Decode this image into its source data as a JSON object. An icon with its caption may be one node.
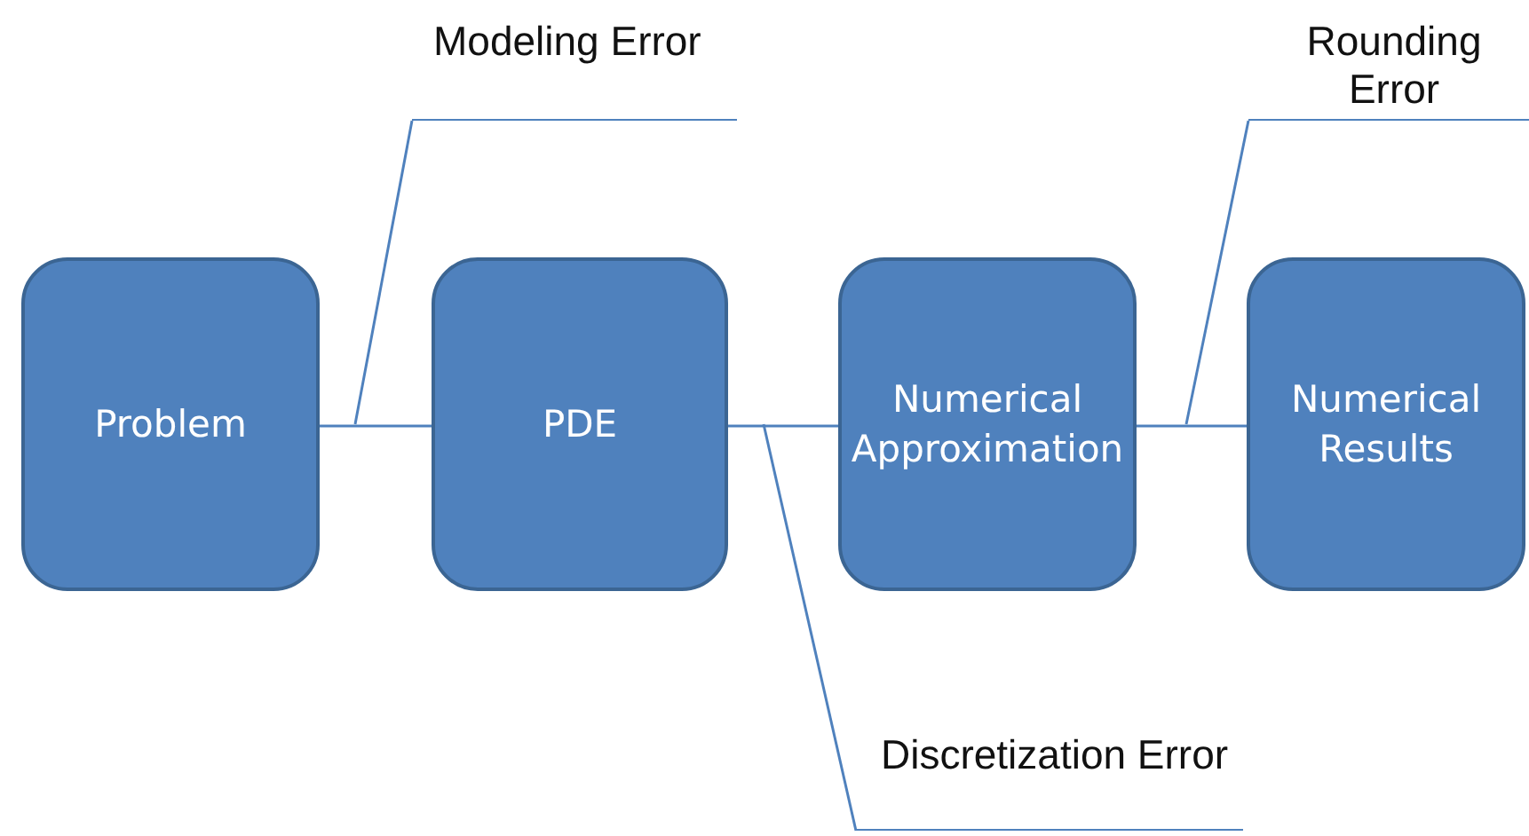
{
  "diagram": {
    "nodes": [
      {
        "text": [
          "Problem"
        ]
      },
      {
        "text": [
          "PDE"
        ]
      },
      {
        "text": [
          "Numerical Approximation"
        ]
      },
      {
        "text": [
          "Numerical Results"
        ]
      },
      {
        "text": [
          "Modeling Error"
        ]
      },
      {
        "text": [
          "Rounding Error"
        ]
      },
      {
        "text": [
          "Discretization Error"
        ]
      }
    ],
    "edges": [
      {
        "from": 0,
        "to": 1,
        "arrow": "none"
      },
      {
        "from": 1,
        "to": 2,
        "arrow": "none"
      },
      {
        "from": 2,
        "to": 3,
        "arrow": "none"
      },
      {
        "from": 4,
        "to": null,
        "arrow": "none"
      },
      {
        "from": 5,
        "to": null,
        "arrow": "none"
      },
      {
        "from": 6,
        "to": null,
        "arrow": "none"
      }
    ]
  }
}
